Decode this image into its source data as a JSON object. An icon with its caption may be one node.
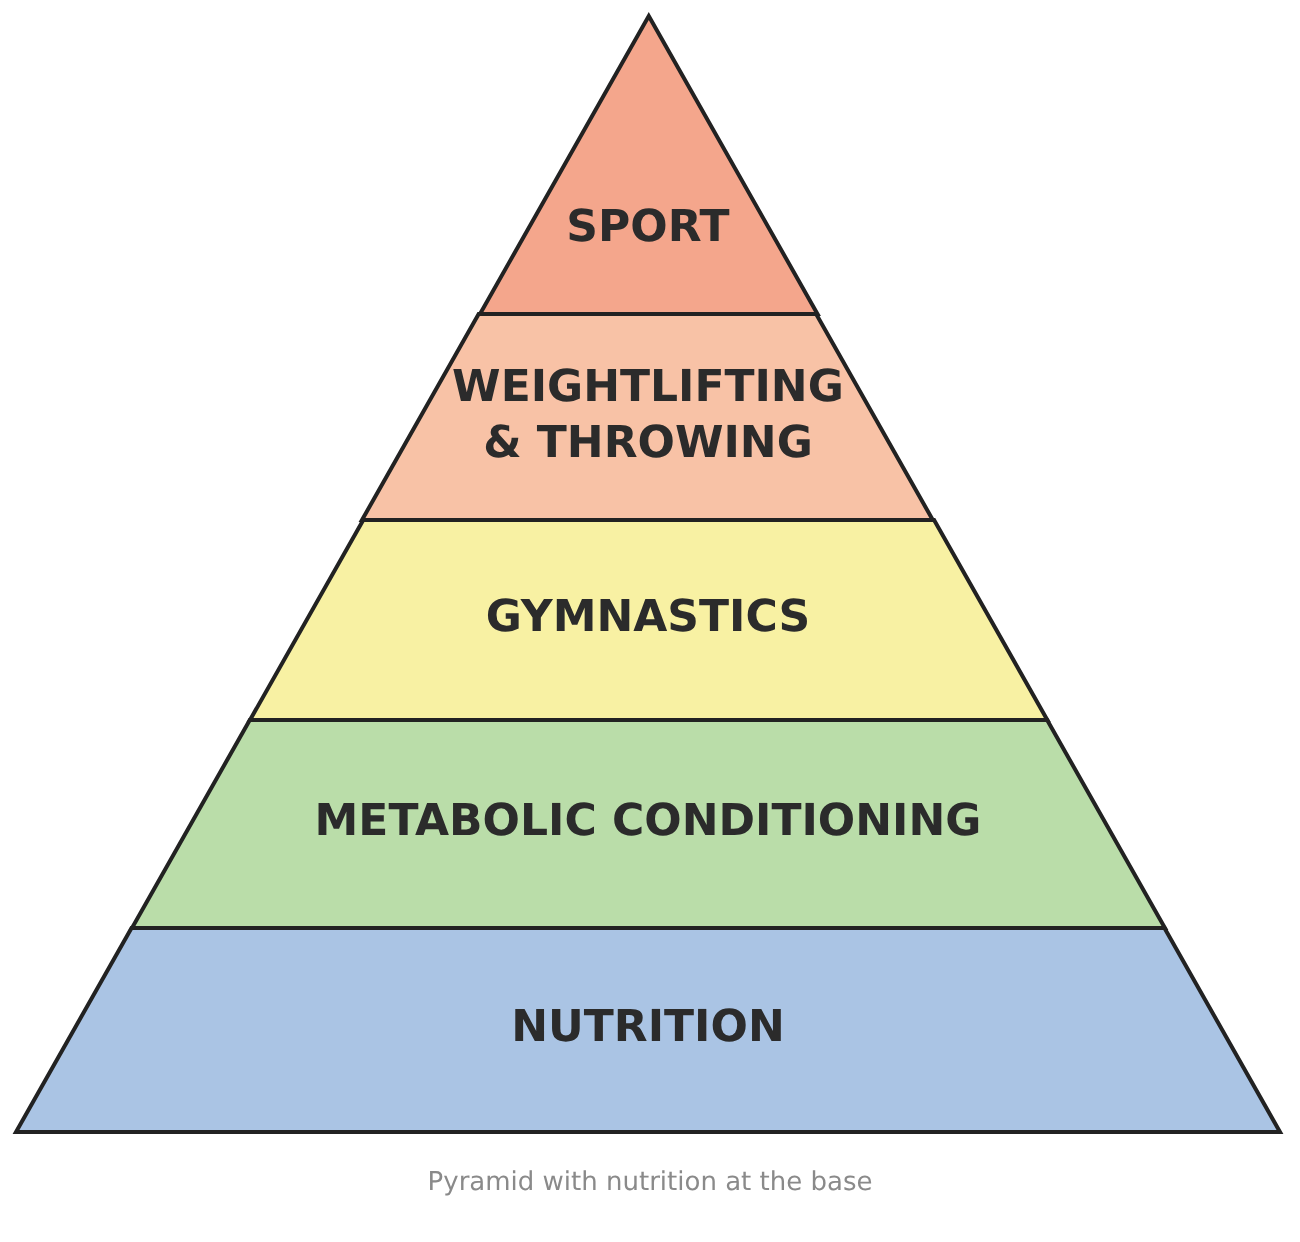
{
  "diagram": {
    "caption": "Pyramid with nutrition at the base",
    "nodes": [
      {
        "text": [
          "SPORT"
        ]
      },
      {
        "text": [
          "WEIGHTLIFTING & THROWING"
        ]
      },
      {
        "text": [
          "GYMNASTICS"
        ]
      },
      {
        "text": [
          "METABOLIC CONDITIONING"
        ]
      },
      {
        "text": [
          "NUTRITION"
        ]
      }
    ]
  }
}
